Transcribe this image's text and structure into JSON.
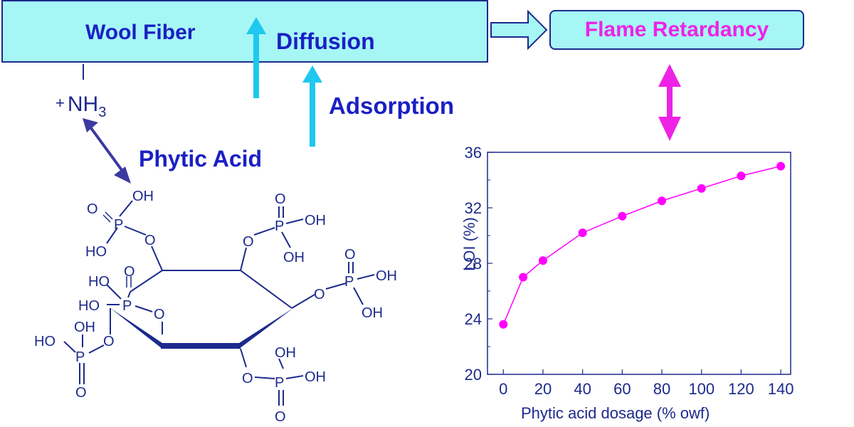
{
  "wool_fiber": {
    "label": "Wool Fiber"
  },
  "diffusion": {
    "label": "Diffusion"
  },
  "adsorption": {
    "label": "Adsorption"
  },
  "flame_retardancy": {
    "label": "Flame Retardancy"
  },
  "phytic_acid": {
    "label": "Phytic Acid"
  },
  "amine_group": {
    "charge": "+",
    "formula": "NH",
    "subscript": "3"
  },
  "structure_labels": {
    "p1": {
      "oh": "OH",
      "o_double": "O",
      "p": "P",
      "ho": "HO",
      "o": "O"
    },
    "p2": {
      "o_double": "O",
      "o": "O",
      "p": "P",
      "oh1": "OH",
      "oh2": "OH"
    },
    "p3": {
      "o_double": "O",
      "o": "O",
      "p": "P",
      "oh1": "OH",
      "oh2": "OH"
    },
    "p4": {
      "ho": "HO",
      "o_double": "O",
      "ho2": "HO",
      "p": "P",
      "o": "O"
    },
    "p5": {
      "oh": "OH",
      "ho": "HO",
      "p": "P",
      "o": "O",
      "o_double": "O"
    },
    "p6": {
      "o": "O",
      "oh1": "OH",
      "p": "P",
      "oh2": "OH",
      "o_double": "O"
    }
  },
  "colors": {
    "navy": "#1c2a8c",
    "text_blue": "#1a20c4",
    "cyan": "#1ec8ee",
    "box_fill": "#a6f6f6",
    "magenta": "#ee22e6",
    "data_point": "#ff00ff"
  },
  "chart_data": {
    "type": "line",
    "title": "",
    "xlabel": "Phytic acid dosage (% owf)",
    "ylabel": "LOI (%)",
    "xlim": [
      -8,
      145
    ],
    "ylim": [
      20,
      36
    ],
    "xticks": [
      0,
      20,
      40,
      60,
      80,
      100,
      120,
      140
    ],
    "yticks": [
      20,
      24,
      28,
      32,
      36
    ],
    "x": [
      0,
      10,
      20,
      40,
      60,
      80,
      100,
      120,
      140
    ],
    "y": [
      23.6,
      27.0,
      28.2,
      30.2,
      31.4,
      32.5,
      33.4,
      34.3,
      35.0
    ],
    "marker": "circle",
    "color": "#ff00ff",
    "grid": false
  }
}
